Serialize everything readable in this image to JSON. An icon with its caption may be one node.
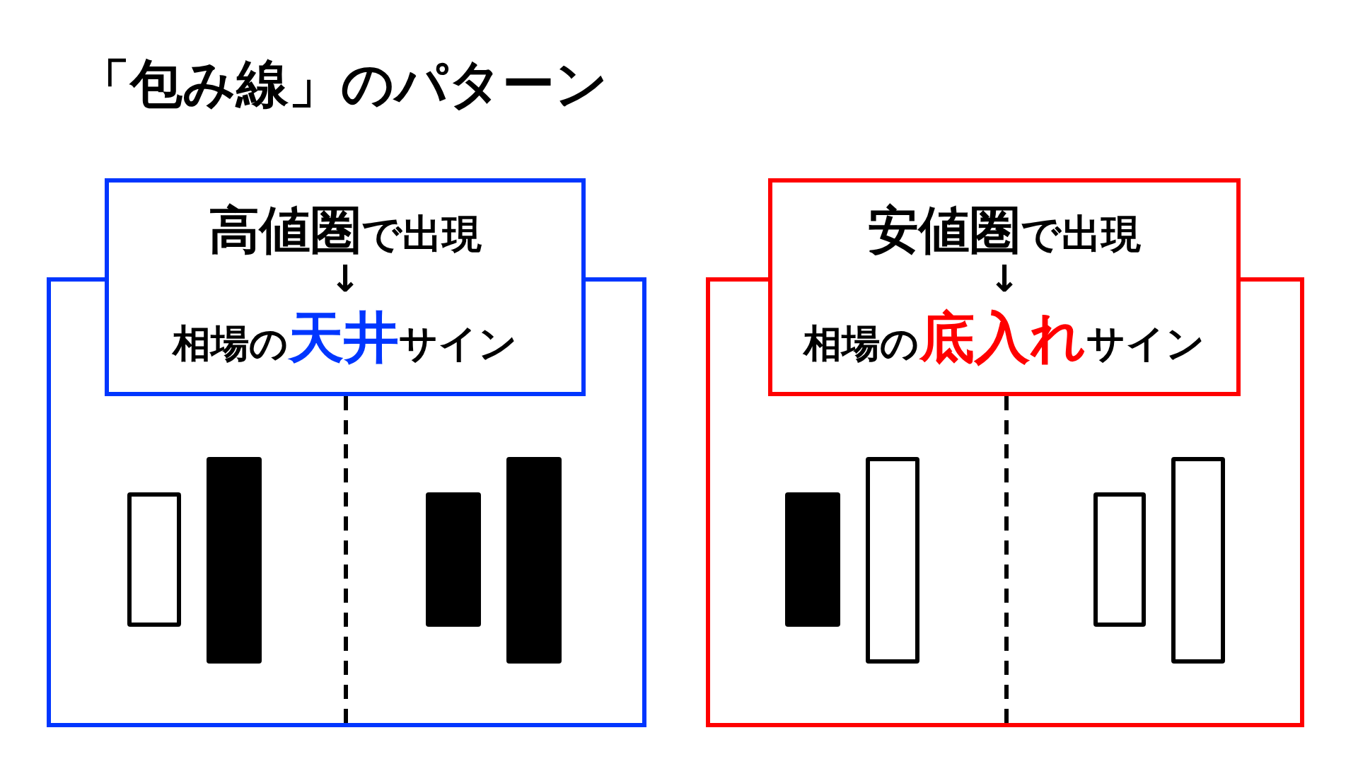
{
  "diagram": {
    "title": "「包み線」のパターン",
    "nodes": [
      {
        "text": [
          "**高値圏**で出現",
          "↓",
          "相場の**天井**サイン"
        ]
      },
      {
        "text": [],
        "shape": "box"
      },
      {
        "text": [],
        "shape": "bar",
        "in": 1
      },
      {
        "text": [],
        "shape": "bar",
        "in": 1
      },
      {
        "text": [],
        "shape": "bar",
        "in": 1
      },
      {
        "text": [],
        "shape": "bar",
        "in": 1
      },
      {
        "text": [
          "**安値圏**で出現",
          "↓",
          "相場の**底入れ**サイン"
        ]
      },
      {
        "text": [],
        "shape": "box"
      },
      {
        "text": [],
        "shape": "bar",
        "in": 7
      },
      {
        "text": [],
        "shape": "bar",
        "in": 7
      },
      {
        "text": [],
        "shape": "bar",
        "in": 7
      },
      {
        "text": [],
        "shape": "bar",
        "in": 7
      }
    ],
    "edges": []
  }
}
